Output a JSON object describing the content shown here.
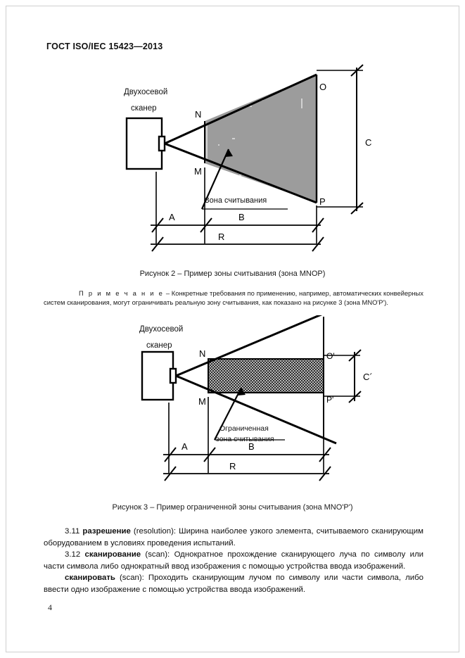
{
  "document": {
    "header": "ГОСТ ISO/IEC 15423—2013",
    "page_number": "4"
  },
  "figure2": {
    "scanner_label_line1": "Двухосевой",
    "scanner_label_line2": "сканер",
    "point_n": "N",
    "point_m": "M",
    "point_o": "O",
    "point_p": "P",
    "annotation": "Зона  считывания",
    "dim_a": "A",
    "dim_b": "B",
    "dim_r": "R",
    "dim_c": "C",
    "caption": "Рисунок 2 – Пример зоны считывания (зона MNOP)",
    "fill_color": "#9c9c9c",
    "line_color": "#000000"
  },
  "note": {
    "label": "П р и м е ч а н и е",
    "dash": " – ",
    "text": "Конкретные требования по применению, например, автоматических конвейерных систем сканирования, могут ограничивать реальную зону считывания, как показано на рисунке 3 (зона MNO'P')."
  },
  "figure3": {
    "scanner_label_line1": "Двухосевой",
    "scanner_label_line2": "сканер",
    "point_n": "N",
    "point_m": "M",
    "point_o": "O'",
    "point_p": "P'",
    "annotation_line1": "Ограниченная",
    "annotation_line2": "зона считывания",
    "dim_a": "A",
    "dim_b": "B",
    "dim_r": "R",
    "dim_c": "C´",
    "caption": "Рисунок 3 – Пример ограниченной зоны считывания (зона MNO'P')",
    "fill_color": "#8f8f8f",
    "line_color": "#000000"
  },
  "definitions": [
    {
      "number": "3.11 ",
      "term": "разрешение",
      "english": " (resolution): ",
      "text": "Ширина наиболее узкого элемента, считываемого сканирующим оборудованием в условиях проведения испытаний."
    },
    {
      "number": "3.12 ",
      "term": "сканирование",
      "english": " (scan): ",
      "text": "Однократное прохождение сканирующего луча по символу или части символа либо однократный ввод изображения с помощью устройства ввода изображений."
    },
    {
      "number": "",
      "term": "сканировать",
      "english": "  (scan):  ",
      "text": "Проходить  сканирующим  лучом  по  символу  или  части  символа,  либо ввести одно изображение с помощью устройства ввода изображений."
    }
  ]
}
